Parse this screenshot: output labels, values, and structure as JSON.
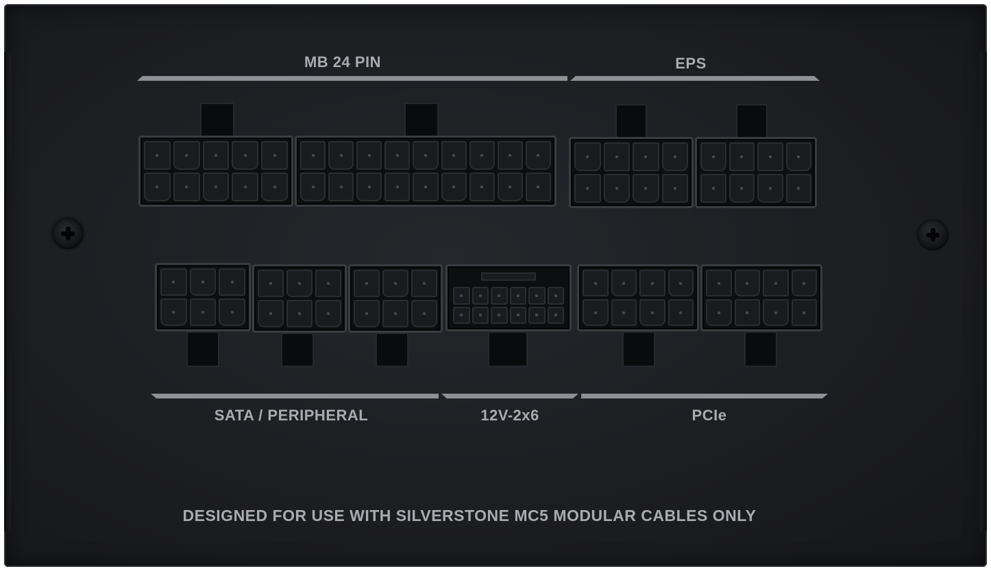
{
  "labels": {
    "mb24": "MB 24 PIN",
    "eps": "EPS",
    "sata": "SATA / PERIPHERAL",
    "v12": "12V-2x6",
    "pcie": "PCIe",
    "footer": "DESIGNED FOR USE WITH SILVERSTONE MC5 MODULAR CABLES ONLY"
  },
  "colors": {
    "panel": "#1c1d21",
    "label_text": "#a9abb0",
    "bar": "#8e9096"
  },
  "icons": [
    "screw-left-icon",
    "screw-right-icon"
  ]
}
